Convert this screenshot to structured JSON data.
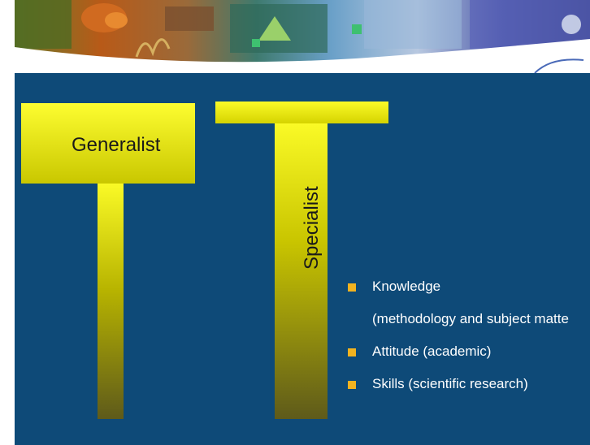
{
  "colors": {
    "background": "#0e4a78",
    "bar_yellow": "#f5f21c",
    "bullet": "#f2b320",
    "text": "#ffffff"
  },
  "generalist": {
    "label": "Generalist"
  },
  "specialist": {
    "label": "Specialist"
  },
  "bullets": [
    {
      "text": "Knowledge",
      "marker": true
    },
    {
      "text": "(methodology and subject matte",
      "marker": false
    },
    {
      "text": "Attitude (academic)",
      "marker": true
    },
    {
      "text": "Skills (scientific research)",
      "marker": true
    }
  ]
}
